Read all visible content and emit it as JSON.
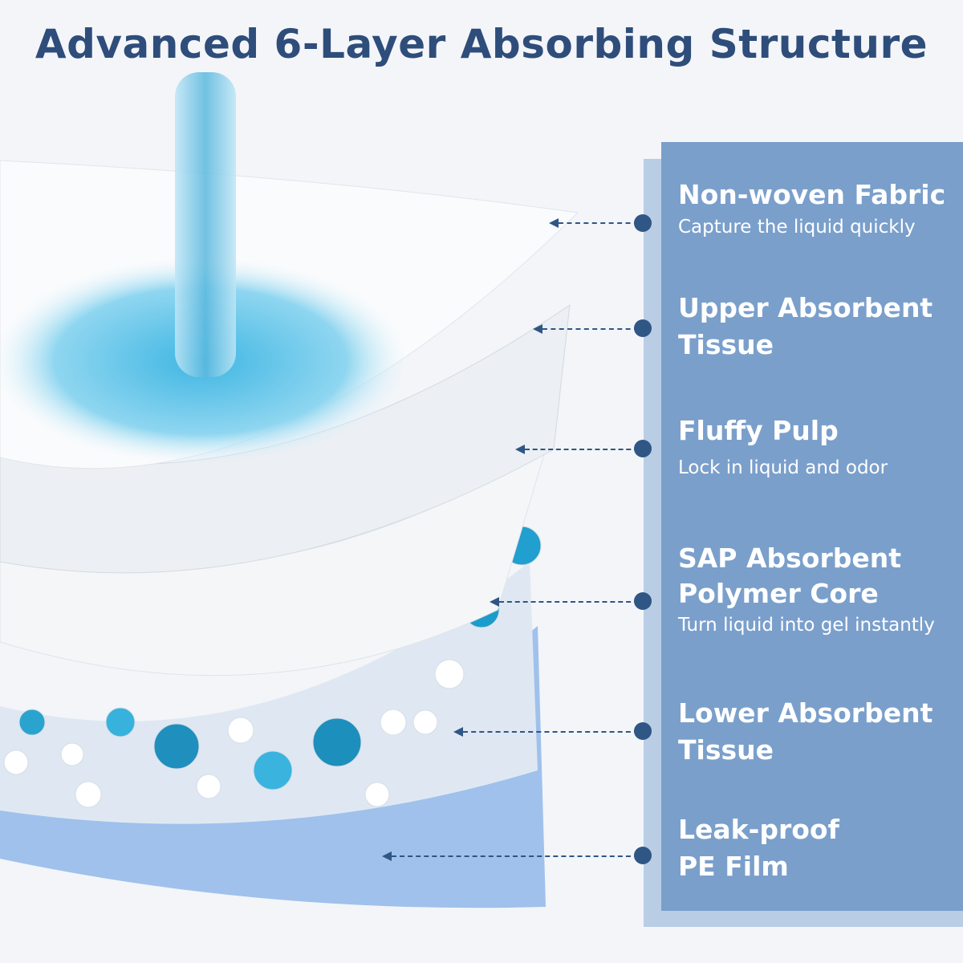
{
  "title": "Advanced 6-Layer Absorbing Structure",
  "colors": {
    "title": "#2e4d7a",
    "panel": "#7a9fcb",
    "panel_back": "#b9cde5",
    "dot": "#2f5684",
    "water": "#5fc3e6"
  },
  "layers": [
    {
      "name": "Non-woven Fabric",
      "desc": "Capture the liquid quickly"
    },
    {
      "name": "Upper Absorbent Tissue",
      "desc": ""
    },
    {
      "name": "Fluffy Pulp",
      "desc": "Lock in liquid and odor"
    },
    {
      "name": "SAP Absorbent Polymer Core",
      "desc": "Turn liquid into gel instantly"
    },
    {
      "name": "Lower Absorbent Tissue",
      "desc": ""
    },
    {
      "name": "Leak-proof PE Film",
      "desc": ""
    }
  ]
}
